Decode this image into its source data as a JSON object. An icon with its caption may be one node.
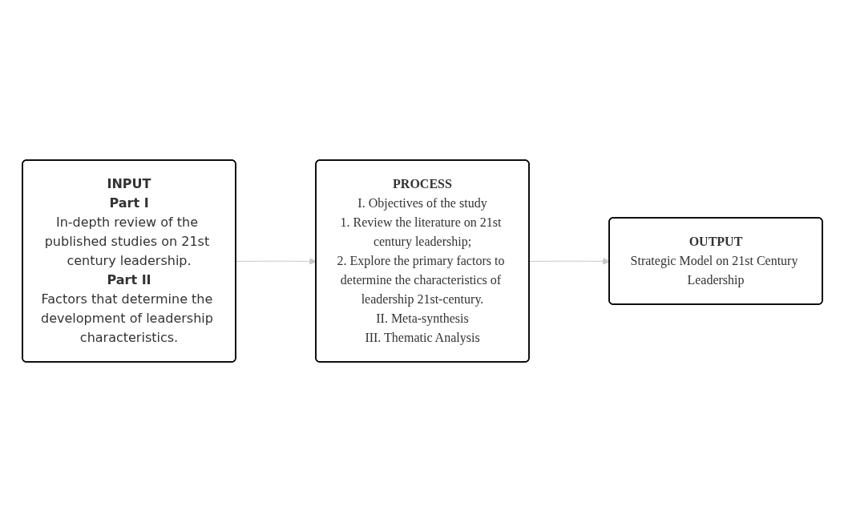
{
  "diagram": {
    "nodes": [
      {
        "text": [
          "INPUT",
          "Part I",
          "In-depth review of the published studies on 21st century leadership.",
          "Part II",
          "Factors that determine the development of leadership characteristics."
        ]
      },
      {
        "text": [
          "PROCESS",
          "I. Objectives of the study",
          "1. Review the literature on 21st century leadership;",
          "2. Explore the primary factors to determine the characteristics of leadership 21st-century.",
          "II. Meta-synthesis",
          "III. Thematic Analysis"
        ]
      },
      {
        "text": [
          "OUTPUT",
          "Strategic Model on 21st Century Leadership"
        ]
      }
    ],
    "edges": [
      {
        "from": 0,
        "to": 1,
        "arrow": "to",
        "color": "#c8c8c8"
      },
      {
        "from": 1,
        "to": 2,
        "arrow": "to",
        "color": "#c8c8c8"
      }
    ]
  }
}
